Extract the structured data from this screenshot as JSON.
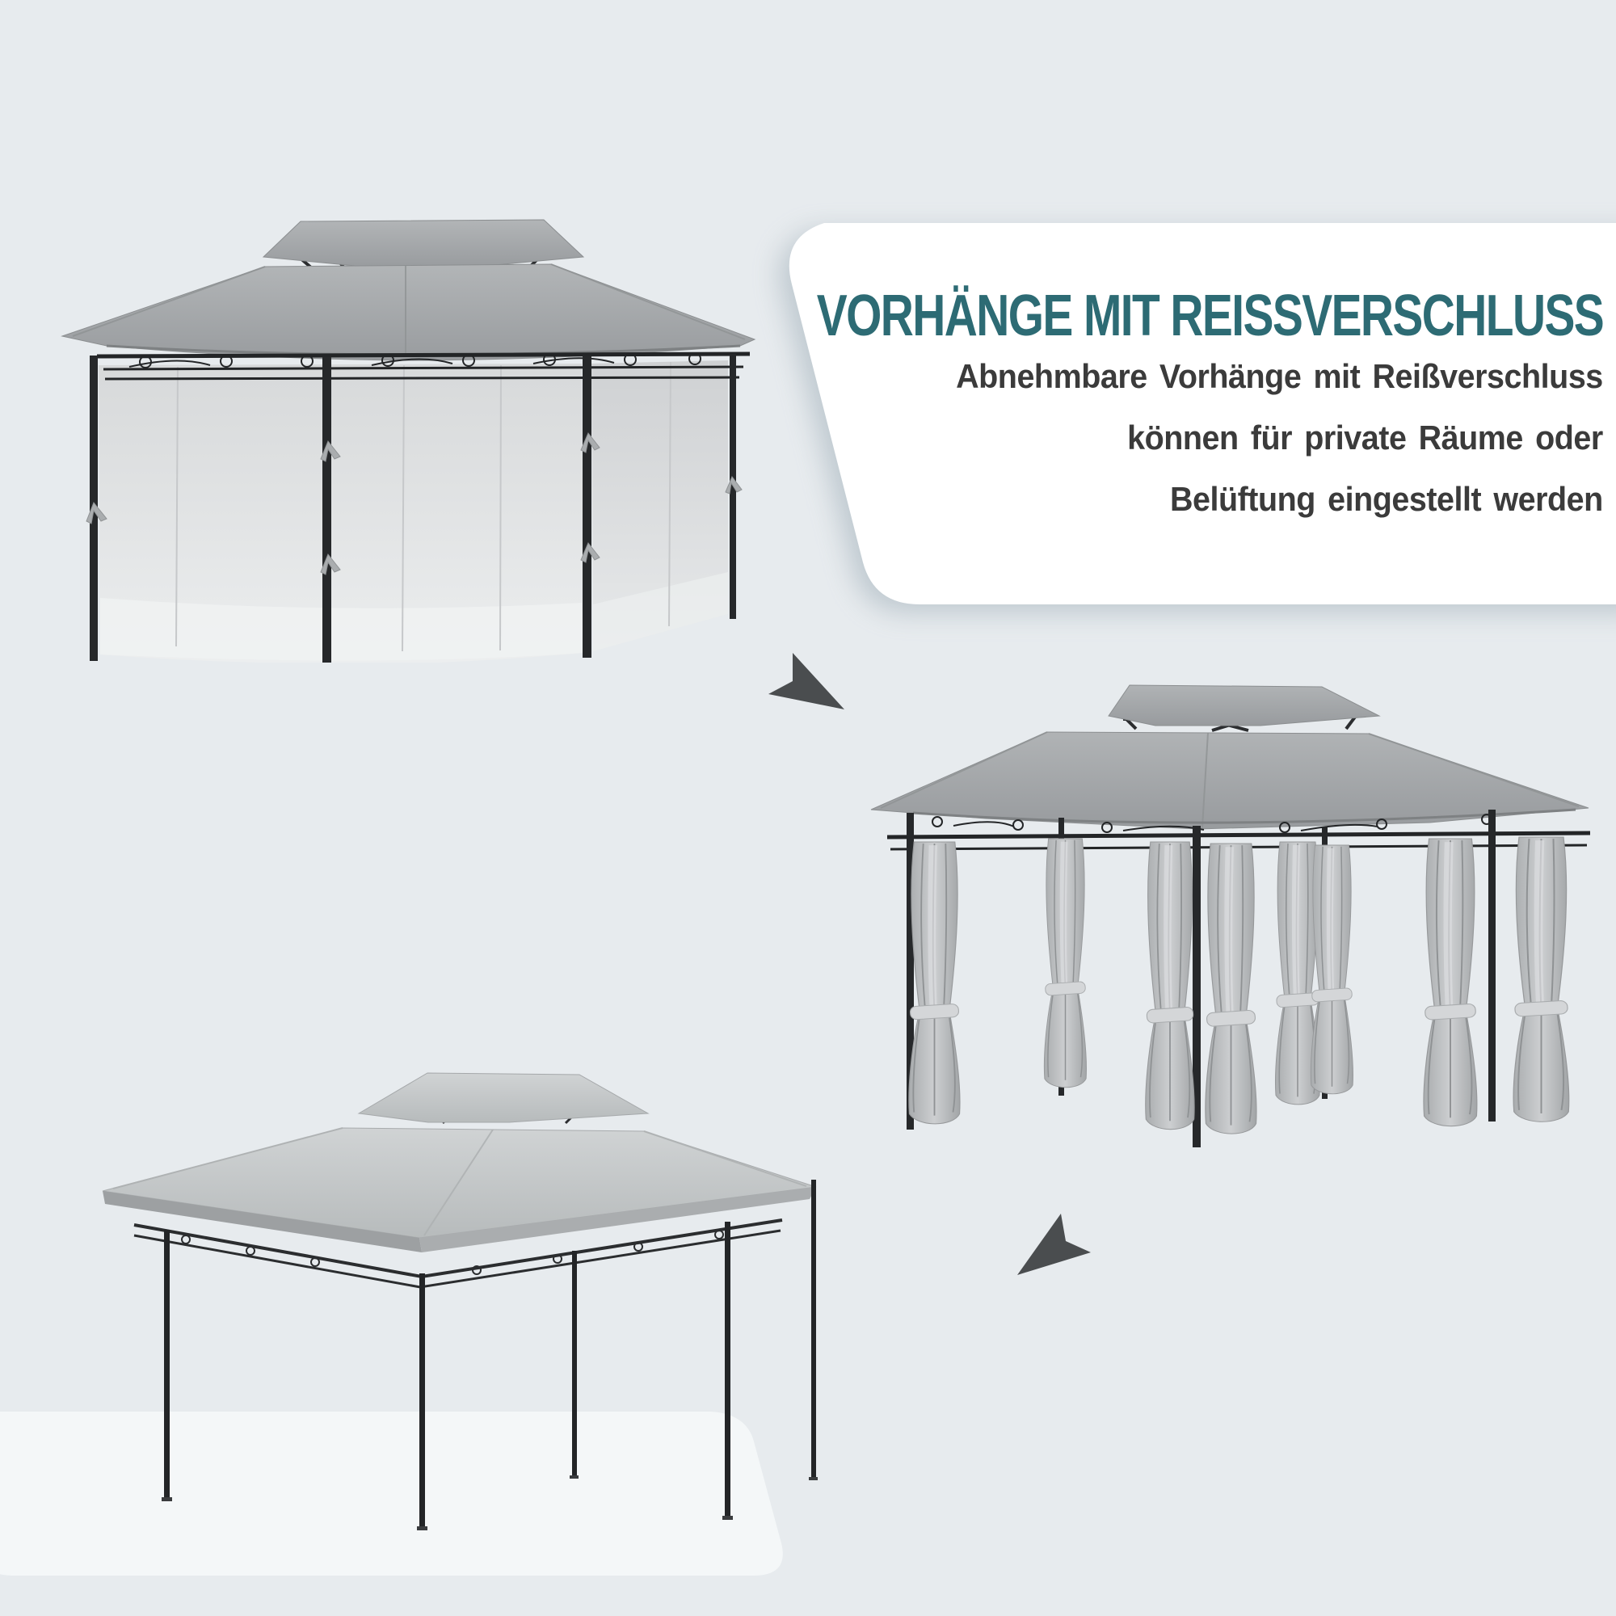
{
  "card": {
    "headline": "VORHÄNGE MIT REISSVERSCHLUSS",
    "description_lines": [
      "Abnehmbare Vorhänge mit Reißverschluss",
      "können für private Räume oder",
      "Belüftung eingestellt werden"
    ]
  },
  "icons": {
    "arrow_1": "arrow-down-right-icon",
    "arrow_2": "arrow-down-left-icon"
  },
  "figures": {
    "count": 3
  },
  "colors": {
    "page_bg": "#e7ebee",
    "panel_bg": "#f4f7f8",
    "card_bg": "#ffffff",
    "heading": "#2d6b74",
    "body_text": "#3b3b3b",
    "arrow": "#4a4d4f",
    "roof_gray": "#a0a3a5",
    "roof_light": "#c8cbcd",
    "curtain_light": "#e0e2e4",
    "curtain_mid": "#b7babc",
    "frame_black": "#26282a"
  }
}
